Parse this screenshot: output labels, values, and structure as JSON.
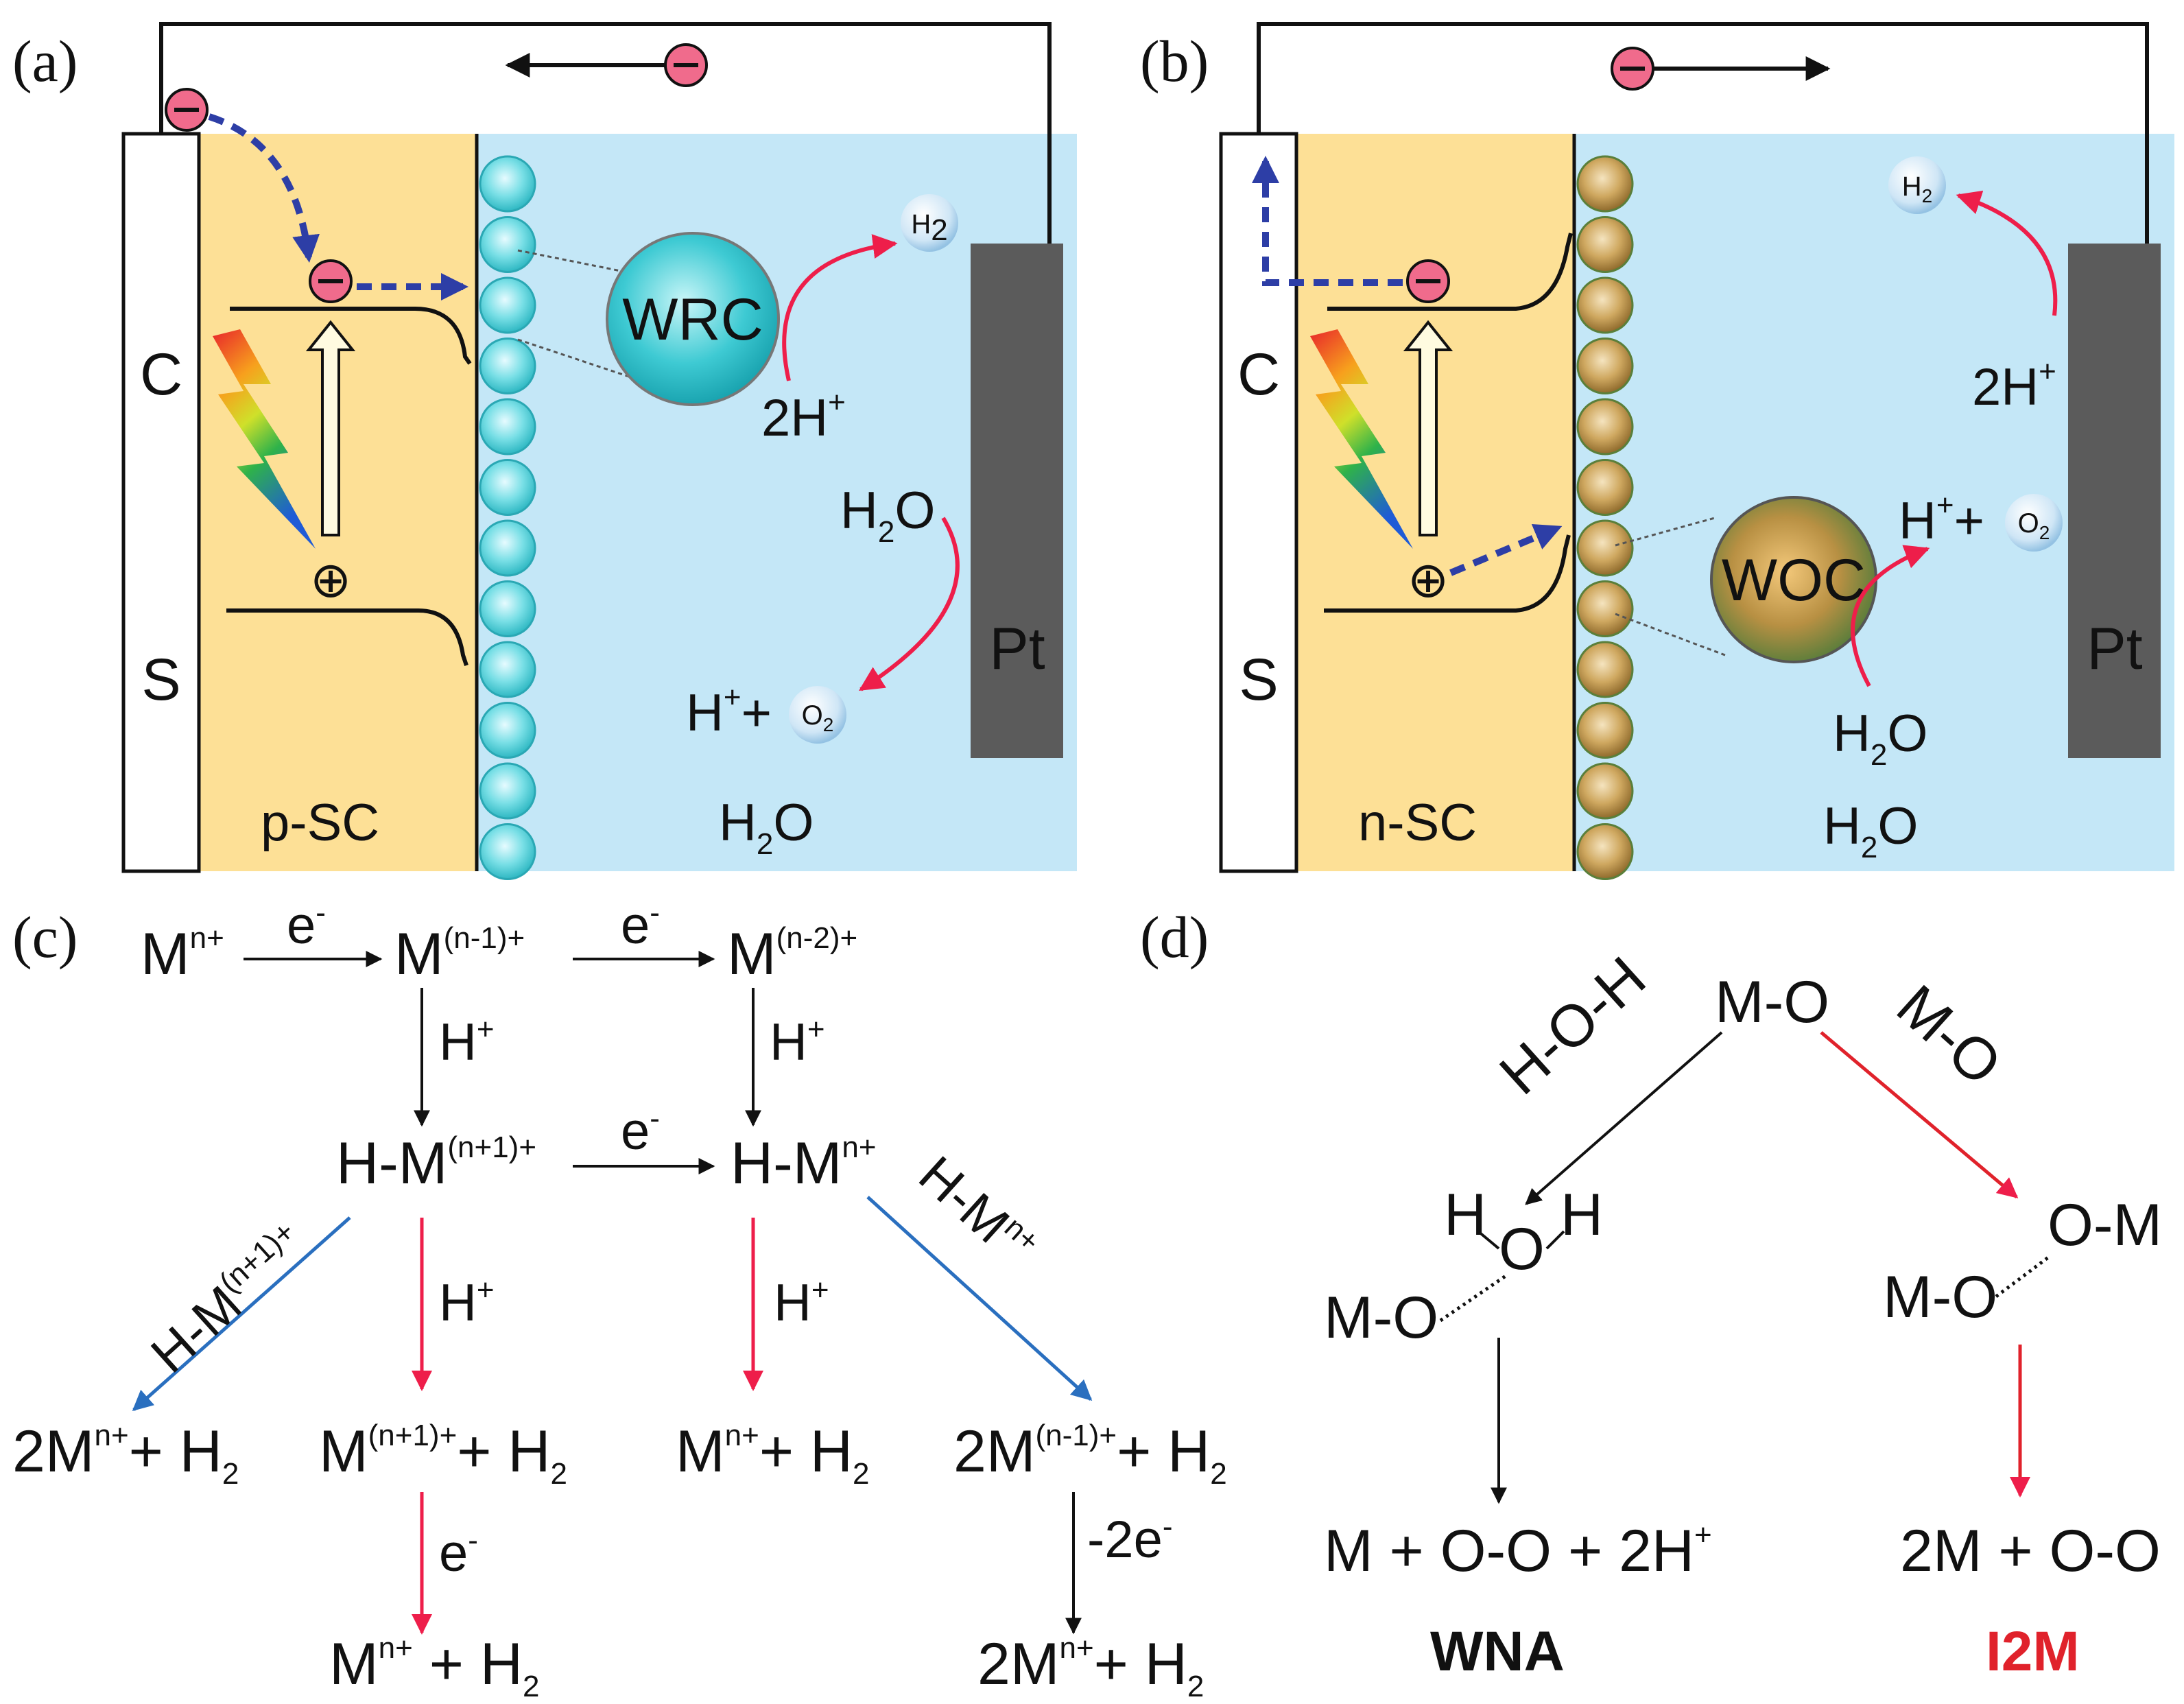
{
  "panel_labels": {
    "a": "(a)",
    "b": "(b)",
    "c": "(c)",
    "d": "(d)"
  },
  "colors": {
    "electrolyte": "#c4e7f7",
    "semiconductor": "#fde096",
    "pt_electrode": "#5b5b5b",
    "electron": "#f06b8c",
    "blue_dashed": "#2d3ea6",
    "red_arrow": "#ee1e4a",
    "wrc_sphere": "#36c6d0",
    "woc_sphere": "#c29b4f",
    "blue_arrow": "#2a6fbf",
    "i2m_red": "#e0222b"
  },
  "panel_a": {
    "cs_top": "C",
    "cs_bottom": "S",
    "semiconductor_label": "p-SC",
    "catalyst_label": "WRC",
    "pt_label": "Pt",
    "electrolyte_label": "H",
    "electrolyte_sub": "2",
    "electrolyte_end": "O",
    "h2_bubble": "H",
    "h2_bubble_sub": "2",
    "two_h_plus": "2H",
    "plus_sup": "+",
    "water": "H",
    "water_sub": "2",
    "water_end": "O",
    "hplus_o2": "H",
    "hplus_o2_sup": "+",
    "hplus_o2_plus": "+",
    "o2_bubble": "O",
    "o2_bubble_sub": "2",
    "hole": "⊕"
  },
  "panel_b": {
    "cs_top": "C",
    "cs_bottom": "S",
    "semiconductor_label": "n-SC",
    "catalyst_label": "WOC",
    "pt_label": "Pt",
    "electrolyte_label": "H",
    "electrolyte_sub": "2",
    "electrolyte_end": "O",
    "h2_bubble": "H",
    "h2_bubble_sub": "2",
    "two_h_plus": "2H",
    "plus_sup": "+",
    "hplus_o2": "H",
    "hplus_o2_sup": "+",
    "hplus_o2_plus": "+",
    "o2_bubble": "O",
    "o2_bubble_sub": "2",
    "water": "H",
    "water_sub": "2",
    "water_end": "O",
    "hole": "⊕"
  },
  "panel_c": {
    "m_n": {
      "base": "M",
      "sup": "n+"
    },
    "m_n1": {
      "base": "M",
      "sup": "(n-1)+"
    },
    "m_n2": {
      "base": "M",
      "sup": "(n-2)+"
    },
    "e_minus": {
      "base": "e",
      "sup": "-"
    },
    "h_plus": {
      "base": "H",
      "sup": "+"
    },
    "hm_n1": {
      "base": "H-M",
      "sup": "(n+1)+"
    },
    "hm_n": {
      "base": "H-M",
      "sup": "n+"
    },
    "diag_left": {
      "base": "H-M",
      "sup": "(n+1)+"
    },
    "diag_right": {
      "base": "H-M",
      "sup": "n+"
    },
    "prod1": {
      "pre": "2M",
      "sup": "n+",
      "post": "+ H",
      "sub": "2"
    },
    "prod2": {
      "pre": "M",
      "sup": "(n+1)+",
      "post": "+ H",
      "sub": "2"
    },
    "prod3": {
      "pre": "M",
      "sup": "n+",
      "post": "+ H",
      "sub": "2"
    },
    "prod4": {
      "pre": "2M",
      "sup": "(n-1)+",
      "post": "+ H",
      "sub": "2"
    },
    "prod5": {
      "pre": "M",
      "sup": "n+",
      "post": "  + H",
      "sub": "2"
    },
    "prod6": {
      "pre": "2M",
      "sup": "n+",
      "post": "+ H",
      "sub": "2"
    },
    "minus2e": {
      "base": "-2e",
      "sup": "-"
    }
  },
  "panel_d": {
    "mo_top": "M-O",
    "hoh_diag": "H-O-H",
    "mo_diag": "M-O",
    "water_h1": "H",
    "water_o": "O",
    "water_h2": "H",
    "mo_left": "M-O",
    "om_right": "O-M",
    "mo_right": "M-O",
    "prod_left": {
      "pre": "M + O-O + 2H",
      "sup": "+"
    },
    "prod_right": "2M + O-O",
    "wna": "WNA",
    "i2m": "I2M"
  }
}
